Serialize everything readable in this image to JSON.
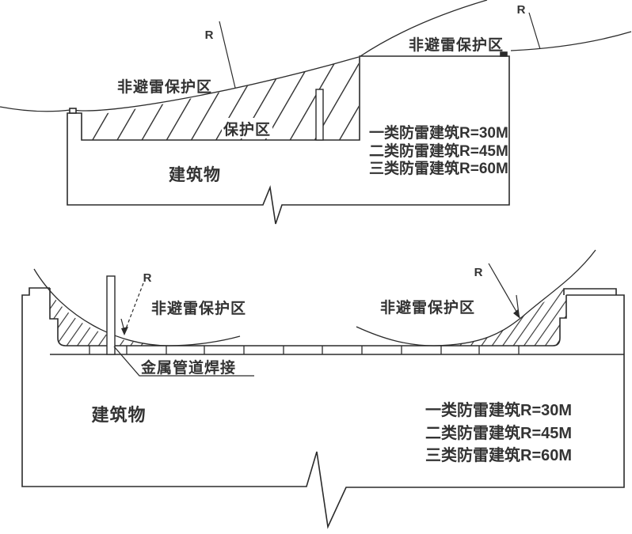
{
  "top_diagram": {
    "unprotected_left": "非避雷保护区",
    "unprotected_right": "非避雷保护区",
    "protected_zone": "保护区",
    "building": "建筑物",
    "radius_left": "R",
    "radius_right": "R",
    "classes": [
      "一类防雷建筑R=30M",
      "二类防雷建筑R=45M",
      "三类防雷建筑R=60M"
    ]
  },
  "bottom_diagram": {
    "unprotected_left": "非避雷保护区",
    "unprotected_right": "非避雷保护区",
    "pipe_weld": "金属管道焊接",
    "building": "建筑物",
    "radius_left": "R",
    "radius_right": "R",
    "classes": [
      "一类防雷建筑R=30M",
      "二类防雷建筑R=45M",
      "三类防雷建筑R=60M"
    ]
  },
  "colors": {
    "line": "#2b2b2b",
    "text": "#333333",
    "background": "#ffffff"
  }
}
